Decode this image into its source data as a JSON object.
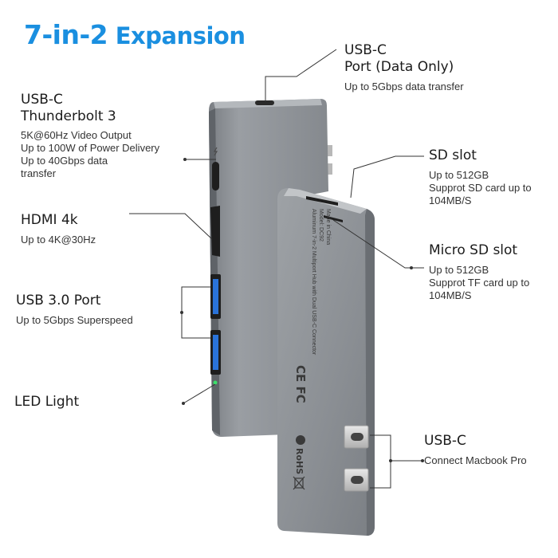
{
  "title": {
    "highlight": "7-in-2",
    "rest": "Expansion",
    "color": "#1a8fe0"
  },
  "labels": {
    "usbc_data": {
      "heading_1": "USB-C",
      "heading_2": "Port (Data Only)",
      "desc": [
        "Up to 5Gbps data transfer"
      ]
    },
    "thunderbolt": {
      "heading_1": "USB-C",
      "heading_2": "Thunderbolt 3",
      "desc": [
        "5K@60Hz Video Output",
        "Up to 100W of Power Delivery",
        "Up to 40Gbps data",
        "transfer"
      ]
    },
    "hdmi": {
      "heading": "HDMI 4k",
      "desc": [
        "Up to 4K@30Hz"
      ]
    },
    "usb3": {
      "heading": "USB 3.0 Port",
      "desc": [
        "Up to 5Gbps Superspeed"
      ]
    },
    "led": {
      "heading": "LED Light"
    },
    "sd": {
      "heading": "SD slot",
      "desc": [
        "Up to 512GB",
        "Supprot SD card up to",
        "104MB/S"
      ]
    },
    "microsd": {
      "heading": "Micro SD slot",
      "desc": [
        "Up to 512GB",
        "Supprot TF card up to",
        "104MB/S"
      ]
    },
    "usbc_connect": {
      "heading": "USB-C",
      "desc": [
        "Connect Macbook Pro"
      ]
    }
  },
  "device": {
    "front_print": [
      "Aluminum 7-in-2 Multiport Hub with Dual USB-C Connector",
      "Model: DC92",
      "Made in China"
    ],
    "cert_marks": "CE FC",
    "rohs": "RoHS",
    "colors": {
      "body": "#8d9196",
      "body_dark": "#6f7378",
      "port": "#1e1e1e",
      "usb_blue": "#2a73d9",
      "led": "#3be06a"
    }
  }
}
